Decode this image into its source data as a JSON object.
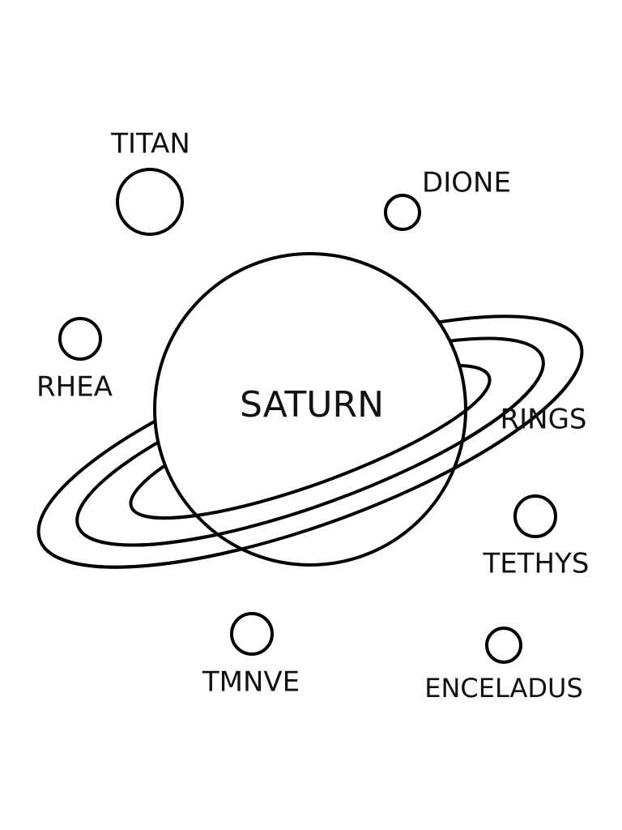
{
  "diagram": {
    "center_label": "SATURN",
    "rings_label": "RINGS",
    "moons": [
      {
        "label": "TITAN"
      },
      {
        "label": "DIONE"
      },
      {
        "label": "RHEA"
      },
      {
        "label": "TETHYS"
      },
      {
        "label": "TMNVE"
      },
      {
        "label": "ENCELADUS"
      }
    ]
  },
  "colors": {
    "stroke": "#000000",
    "background": "#ffffff"
  }
}
